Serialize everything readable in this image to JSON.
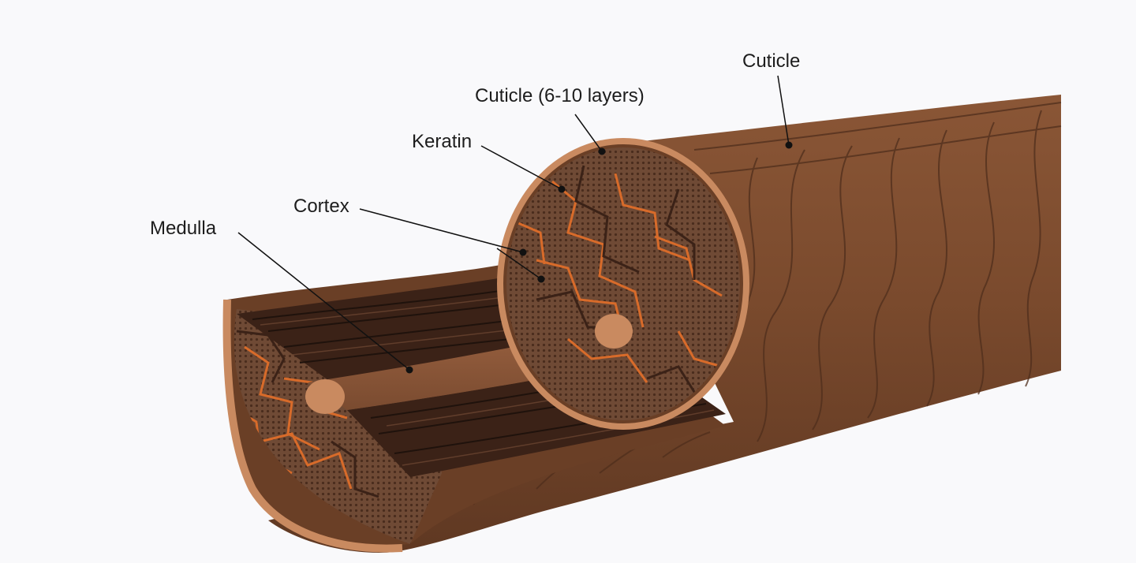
{
  "diagram": {
    "labels": {
      "cuticle": "Cuticle",
      "cuticle_layers": "Cuticle (6-10 layers)",
      "keratin": "Keratin",
      "cortex": "Cortex",
      "medulla": "Medulla"
    },
    "colors": {
      "background": "#f9f9fb",
      "cuticle_outer": "#7b4a2e",
      "cuticle_rim": "#c98a60",
      "cortex_dark": "#3b2217",
      "cortex_cell": "#6b4632",
      "medulla": "#8a573a",
      "keratin_gap": "#d86b2a",
      "leader_line": "#111111"
    }
  }
}
